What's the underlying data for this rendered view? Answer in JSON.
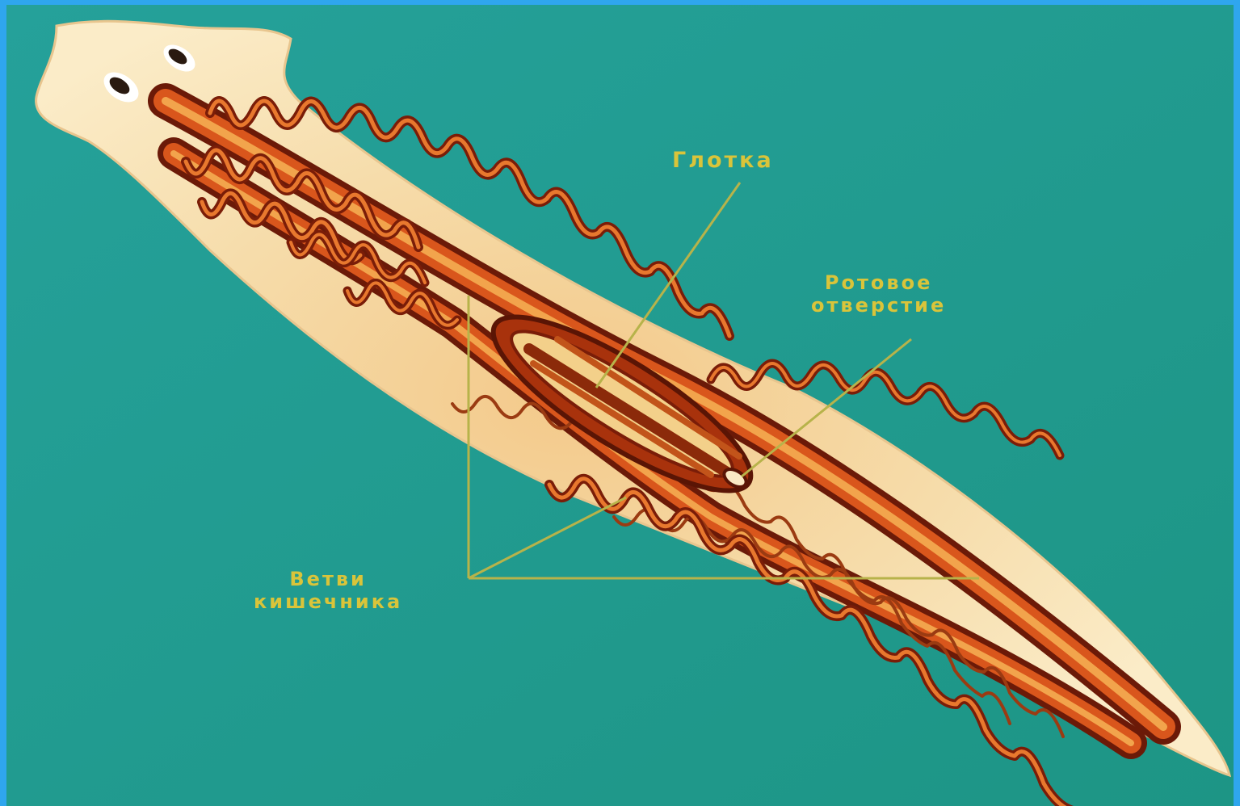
{
  "diagram": {
    "labels": {
      "pharynx": "Глотка",
      "mouth_line1": "Ротовое",
      "mouth_line2": "отверстие",
      "gut_line1": "Ветви",
      "gut_line2": "кишечника"
    },
    "colors": {
      "frame": "#2fa6ee",
      "background": "#1f9a8c",
      "body": "#f7e2b0",
      "gut": "#c2410f",
      "gut_dark": "#6b1a08",
      "label": "#d9c43a",
      "leader_line": "#b7b34a"
    }
  }
}
